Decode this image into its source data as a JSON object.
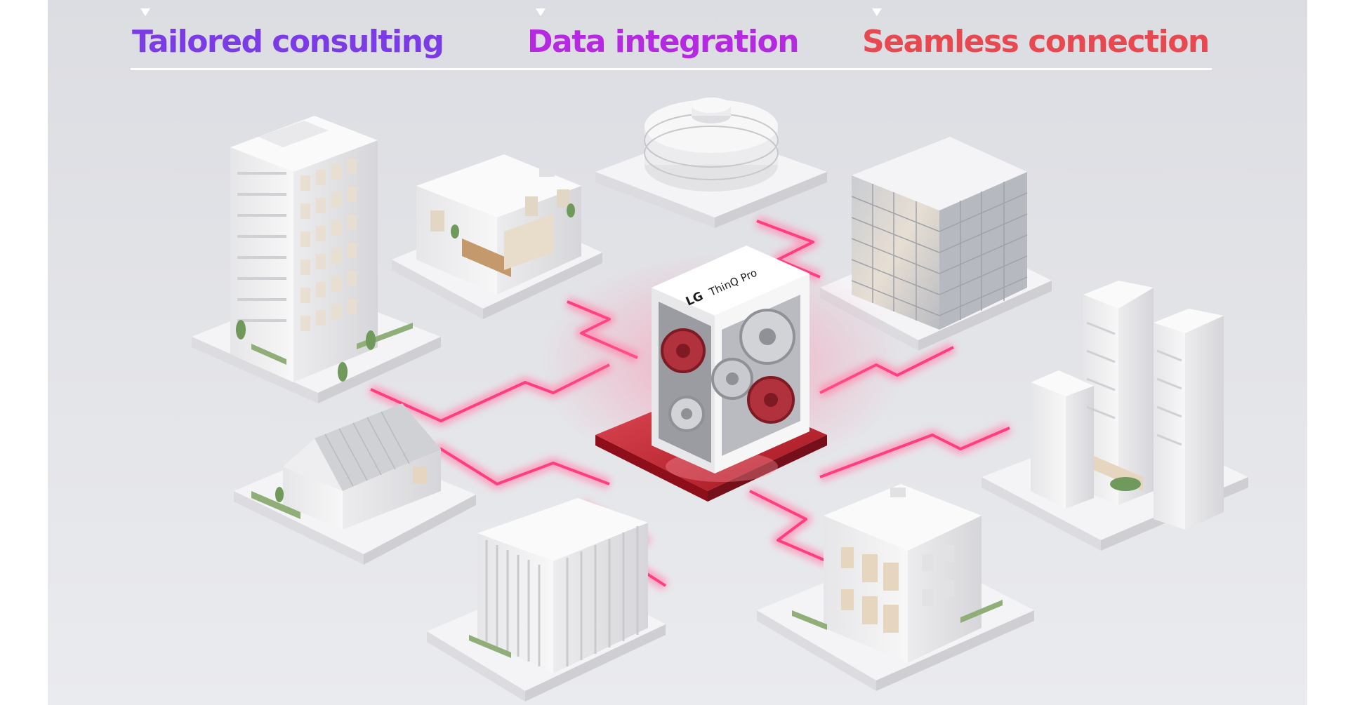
{
  "headline": {
    "items": [
      {
        "label": "Tailored consulting",
        "color": "#7b3ce6"
      },
      {
        "label": "Data integration",
        "color": "#b52ae0"
      },
      {
        "label": "Seamless connection",
        "color": "#e8484f"
      }
    ]
  },
  "hub": {
    "brand": "LG",
    "product": "ThinQ Pro",
    "accent_color": "#c5222f"
  },
  "network": {
    "line_color": "#ff3d7f",
    "glow_color": "#ff8fb3"
  }
}
